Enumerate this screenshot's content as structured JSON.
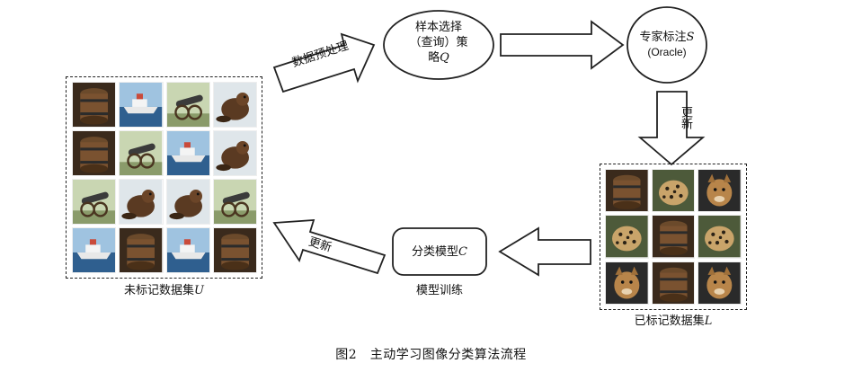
{
  "diagram": {
    "unlabeled_set": {
      "label": "未标记数据集",
      "symbol": "U",
      "images": [
        "barrel-image",
        "ship-image",
        "cannon-image",
        "beaver-image",
        "barrel-image",
        "cannon-image",
        "ship-image",
        "beaver-image",
        "cannon-image",
        "beaver-image",
        "beaver-image",
        "cannon-image",
        "ship-image",
        "barrel-image",
        "ship-image",
        "barrel-image"
      ]
    },
    "labeled_set": {
      "label": "已标记数据集",
      "symbol": "L",
      "images": [
        "barrel-image",
        "leopard-image",
        "cougar-image",
        "leopard-image",
        "barrel-image",
        "leopard-image",
        "cougar-image",
        "barrel-image",
        "cougar-image"
      ]
    },
    "preprocess_arrow": {
      "label": "数据预处理"
    },
    "sampling_node": {
      "line1": "样本选择",
      "line2": "（查询）策",
      "line3": "略",
      "symbol": "Q"
    },
    "expert_node": {
      "line1": "专家标注",
      "symbol": "S",
      "line2": "(Oracle)"
    },
    "update_arrow_down": {
      "label": "更新"
    },
    "model_node": {
      "label": "分类模型",
      "symbol": "C",
      "caption": "模型训练"
    },
    "update_arrow_left": {
      "label": "更新"
    },
    "colors": {
      "line": "#222222",
      "fill": "#ffffff"
    }
  },
  "caption": "图2　主动学习图像分类算法流程"
}
